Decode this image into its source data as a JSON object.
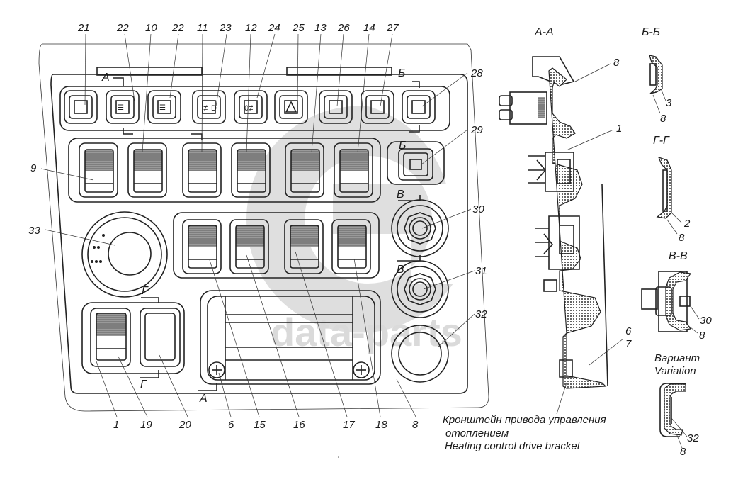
{
  "diagram": {
    "type": "parts-diagram",
    "subject": "Instrument panel switch block",
    "watermark": "data-parts",
    "top_labels": [
      "21",
      "22",
      "10",
      "22",
      "11",
      "23",
      "12",
      "24",
      "25",
      "13",
      "26",
      "14",
      "27"
    ],
    "side_labels_left": [
      "9",
      "33"
    ],
    "side_labels_right": [
      "28",
      "29",
      "30",
      "31",
      "32"
    ],
    "bottom_labels": [
      "1",
      "19",
      "20",
      "6",
      "15",
      "16",
      "17",
      "18",
      "8"
    ],
    "section_marks": {
      "a": "А",
      "b": "Б",
      "v": "В",
      "g": "Г"
    },
    "top_row_icons": [
      {
        "id": "21",
        "icon": "blank"
      },
      {
        "id": "22",
        "icon": "high-beam-icon"
      },
      {
        "id": "22b",
        "icon": "low-beam-icon"
      },
      {
        "id": "23",
        "icon": "front-fog-icon"
      },
      {
        "id": "24",
        "icon": "rear-fog-icon"
      },
      {
        "id": "25",
        "icon": "hazard-triangle-icon"
      },
      {
        "id": "26",
        "icon": "blank"
      },
      {
        "id": "27",
        "icon": "blank"
      },
      {
        "id": "28",
        "icon": "blank"
      }
    ],
    "sections": {
      "aa": {
        "title": "А-А",
        "labels": [
          "8",
          "1",
          "6",
          "7"
        ]
      },
      "bb": {
        "title": "Б-Б",
        "labels": [
          "3",
          "8"
        ]
      },
      "gg": {
        "title": "Г-Г",
        "labels": [
          "2",
          "8"
        ]
      },
      "vv": {
        "title": "В-В",
        "labels": [
          "30",
          "8"
        ]
      },
      "variant": {
        "title_ru": "Вариант",
        "title_en": "Variation",
        "labels": [
          "32",
          "8"
        ]
      }
    },
    "caption": {
      "ru_line1": "Кронштейн привода управления",
      "ru_line2": "отоплением",
      "en": "Heating control drive bracket"
    }
  }
}
